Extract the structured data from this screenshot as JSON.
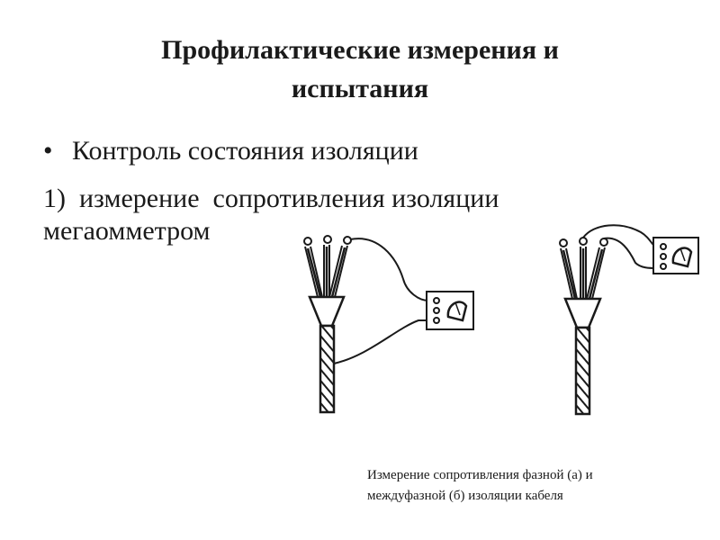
{
  "slide": {
    "title_line1": "Профилактические измерения и",
    "title_line2": "испытания",
    "bullet_symbol": "•",
    "bullet_text": "Контроль состояния изоляции",
    "item_line1": "1)  измерение  сопротивления изоляции",
    "item_line2": "мегаомметром",
    "caption_line1": "Измерение сопротивления фазной (а) и",
    "caption_line2": "междуфазной (б) изоляции кабеля"
  },
  "diagram": {
    "left": "cable-with-megohmmeter-phase-insulation",
    "right": "cable-with-megohmmeter-interphase-insulation"
  }
}
